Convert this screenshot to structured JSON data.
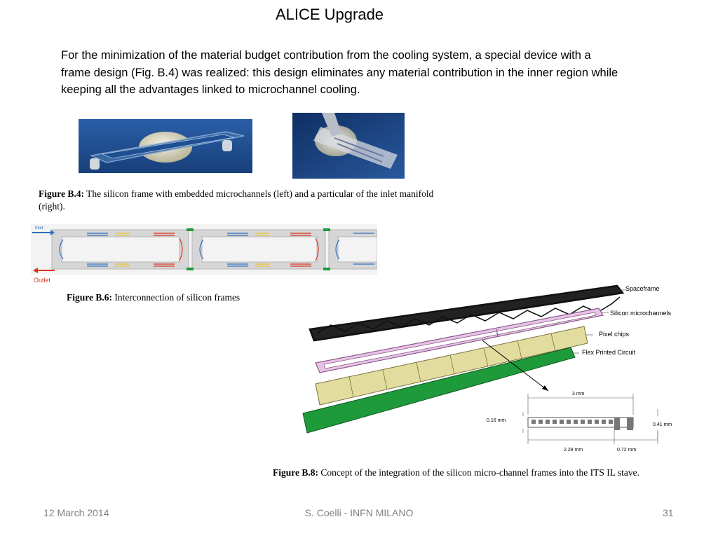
{
  "slide": {
    "title": "ALICE Upgrade",
    "intro": "For the minimization of the material budget contribution from the cooling system, a special device with a frame design (Fig. B.4) was realized: this design eliminates any material contribution in the inner region while keeping all the advantages linked to microchannel cooling."
  },
  "figure_b4": {
    "label": "Figure B.4:",
    "caption": "The silicon frame with embedded microchannels (left) and a particular of the inlet manifold (right)."
  },
  "figure_b6": {
    "label": "Figure B.6:",
    "caption": "Interconnection of silicon frames",
    "outlet_label": "Outlet",
    "inlet_label": "Inlet"
  },
  "figure_b8": {
    "label": "Figure B.8:",
    "caption": "Concept of the integration of the silicon micro-channel frames into the ITS IL stave.",
    "labels": {
      "spaceframe": "Spaceframe",
      "microchannels": "Silicon microchannels",
      "pixel_chips": "Pixel chips",
      "flex": "Flex Printed Circuit"
    },
    "dimensions": {
      "width": "3 mm",
      "thickness": "0.16 mm",
      "height": "0.41 mm",
      "channel_span": "2.28 mm",
      "end_span": "0.72 mm"
    }
  },
  "footer": {
    "date": "12 March 2014",
    "author": "S. Coelli - INFN MILANO",
    "page": "31"
  },
  "colors": {
    "photo_blue": "#1f4f93",
    "frame_pink": "#e7c3e6",
    "chip_yellow": "#e2dc9e",
    "flex_green": "#1f9a3a",
    "outlet_red": "#d9321f",
    "inlet_blue": "#2f6fbd",
    "footer_gray": "#7f7f7f"
  }
}
